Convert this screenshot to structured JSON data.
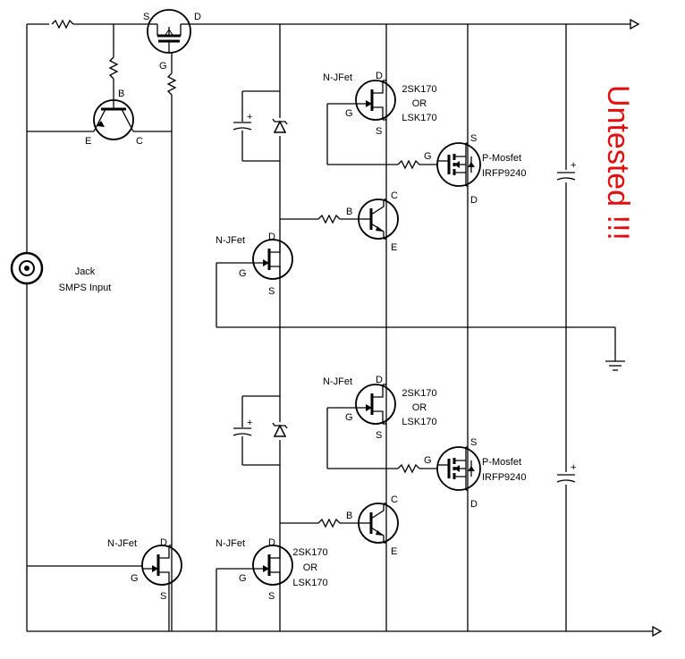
{
  "title": "Untested !!!",
  "colors": {
    "wire": "#000000",
    "warning": "#e01010",
    "background": "#ffffff"
  },
  "labels": {
    "jack": "Jack",
    "smps_input": "SMPS Input",
    "njfet": "N-JFet",
    "part_2sk170": "2SK170",
    "or": "OR",
    "part_lsk170": "LSK170",
    "pmosfet": "P-Mosfet",
    "part_irfp9240": "IRFP9240"
  },
  "pins": {
    "s": "S",
    "d": "D",
    "g": "G",
    "b": "B",
    "c": "C",
    "e": "E",
    "plus": "+"
  },
  "icons": [
    "jack-connector-icon",
    "ground-icon",
    "output-arrow-icon"
  ]
}
